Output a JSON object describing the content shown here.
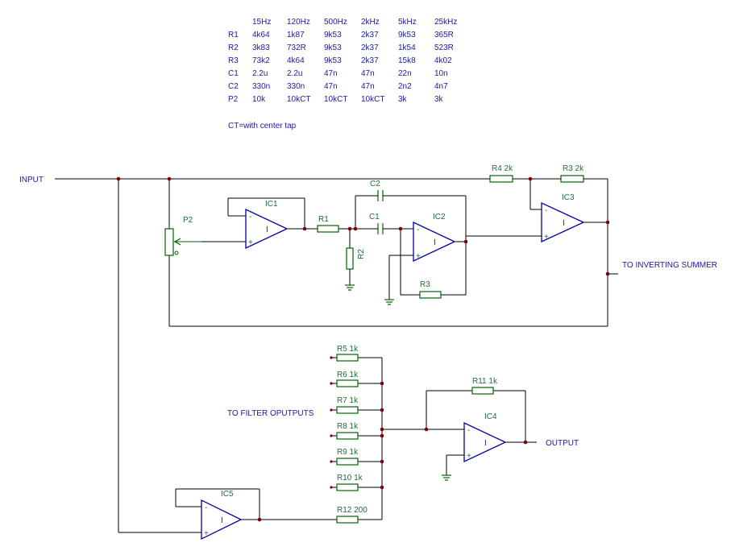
{
  "table": {
    "headers": [
      "",
      "15Hz",
      "120Hz",
      "500Hz",
      "2kHz",
      "5kHz",
      "25kHz"
    ],
    "rows": [
      [
        "R1",
        "4k64",
        "1k87",
        "9k53",
        "2k37",
        "9k53",
        "365R"
      ],
      [
        "R2",
        "3k83",
        "732R",
        "9k53",
        "2k37",
        "1k54",
        "523R"
      ],
      [
        "R3",
        "73k2",
        "4k64",
        "9k53",
        "2k37",
        "15k8",
        "4k02"
      ],
      [
        "C1",
        "2.2u",
        "2.2u",
        "47n",
        "47n",
        "22n",
        "10n"
      ],
      [
        "C2",
        "330n",
        "330n",
        "47n",
        "47n",
        "2n2",
        "4n7"
      ],
      [
        "P2",
        "10k",
        "10kCT",
        "10kCT",
        "10kCT",
        "3k",
        "3k"
      ]
    ],
    "note": "CT=with center tap"
  },
  "labels": {
    "input": "INPUT",
    "to_inverting_summer": "TO INVERTING SUMMER",
    "to_filter_outputs": "TO FILTER OPUTPUTS",
    "output": "OUTPUT"
  },
  "components": {
    "p2": "P2",
    "ic1": "IC1",
    "ic2": "IC2",
    "ic3": "IC3",
    "ic4": "IC4",
    "ic5": "IC5",
    "r1": "R1",
    "r2": "R2",
    "r3": "R3",
    "r4": "R4 2k",
    "r3b": "R3 2k",
    "c1": "C1",
    "c2": "C2",
    "r5": "R5 1k",
    "r6": "R6 1k",
    "r7": "R7 1k",
    "r8": "R8 1k",
    "r9": "R9 1k",
    "r10": "R10 1k",
    "r11": "R11 1k",
    "r12": "R12 200"
  },
  "opamp_pins": {
    "minus": "-",
    "plus": "+",
    "body": "I"
  },
  "colors": {
    "text": "#1a1aa0",
    "component_label": "#1f6b3c",
    "component_body": "#006400",
    "opamp": "#0000a0",
    "junction": "#800000",
    "wire": "#000000"
  }
}
